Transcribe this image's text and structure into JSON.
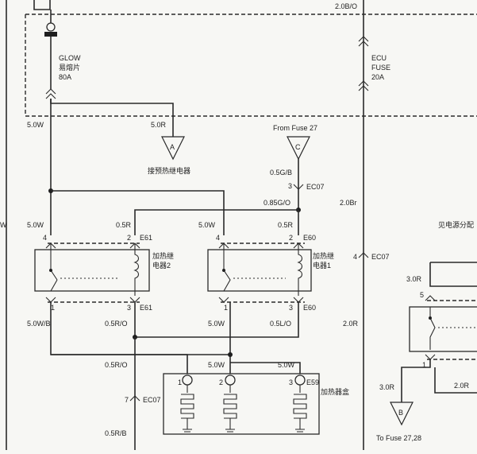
{
  "top_wire": "2.0B/O",
  "glow_fuse": {
    "line1": "GLOW",
    "line2": "易熔片",
    "line3": "80A"
  },
  "ecu_fuse": {
    "line1": "ECU",
    "line2": "FUSE",
    "line3": "20A"
  },
  "from_fuse": "From Fuse 27",
  "to_fuse": "To Fuse 27,28",
  "left_edge": "W",
  "connectors": {
    "A": "A",
    "B": "B",
    "C": "C"
  },
  "relay_label": "接预热继电器",
  "power_dist_label": "见电源分配",
  "wires": {
    "w50W_top": "5.0W",
    "w50R_top": "5.0R",
    "w05GB": "0.5G/B",
    "w085GO": "0.85G/O",
    "w20Br": "2.0Br",
    "w50W_r2": "5.0W",
    "w05R_r2": "0.5R",
    "w50W_r1": "5.0W",
    "w05R_r1": "0.5R",
    "w50WB": "5.0W/B",
    "w05RO_a": "0.5R/O",
    "w50W_b": "5.0W",
    "w05LO": "0.5L/O",
    "w20R_mid": "2.0R",
    "w30R_right": "3.0R",
    "w05RO_b": "0.5R/O",
    "w50W_h1": "5.0W",
    "w50W_h2": "5.0W",
    "w30R_bot": "3.0R",
    "w20R_bot": "2.0R",
    "w05RB": "0.5R/B"
  },
  "pins": {
    "ec07_3": "3",
    "ec07_4": "4",
    "ec07_7": "7",
    "ec07_label": "EC07",
    "r2_p4": "4",
    "r2_p2": "2",
    "r2_p1": "1",
    "r2_p3": "3",
    "r1_p4": "4",
    "r1_p2": "2",
    "r1_p1": "1",
    "r1_p3": "3",
    "h_p1": "1",
    "h_p2": "2",
    "h_p3": "3",
    "rr_p5": "5",
    "rr_p1": "1"
  },
  "connector_ids": {
    "e61_top": "E61",
    "e61_bot": "E61",
    "e60_top": "E60",
    "e60_bot": "E60",
    "e59": "E59"
  },
  "relay2_name": {
    "line1": "加热继",
    "line2": "电器2"
  },
  "relay1_name": {
    "line1": "加热继",
    "line2": "电器1"
  },
  "heater_name": "加热器盒"
}
